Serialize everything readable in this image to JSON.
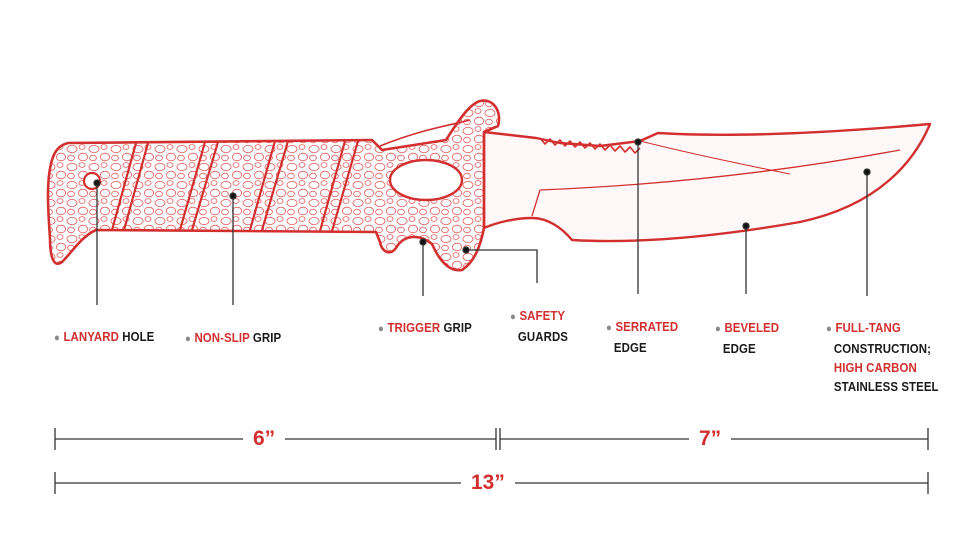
{
  "colors": {
    "accent": "#d32f2f",
    "text": "#1a1a1a",
    "bullet": "#8a8a8a",
    "lines": "#333333"
  },
  "callouts": {
    "lanyard": {
      "highlight": "LANYARD",
      "rest": "HOLE"
    },
    "nonslip": {
      "highlight": "NON-SLIP",
      "rest": "GRIP"
    },
    "trigger": {
      "highlight": "TRIGGER",
      "rest": "GRIP"
    },
    "safety": {
      "highlight": "SAFETY",
      "rest": "GUARDS"
    },
    "serrated": {
      "highlight": "SERRATED",
      "rest": "EDGE"
    },
    "beveled": {
      "highlight": "BEVELED",
      "rest": "EDGE"
    },
    "fulltang": {
      "highlight": "FULL-TANG",
      "rest": "CONSTRUCTION;",
      "highlight2": "HIGH CARBON",
      "rest2": "STAINLESS STEEL"
    }
  },
  "dimensions": {
    "handle": "6”",
    "blade": "7”",
    "total": "13”"
  }
}
